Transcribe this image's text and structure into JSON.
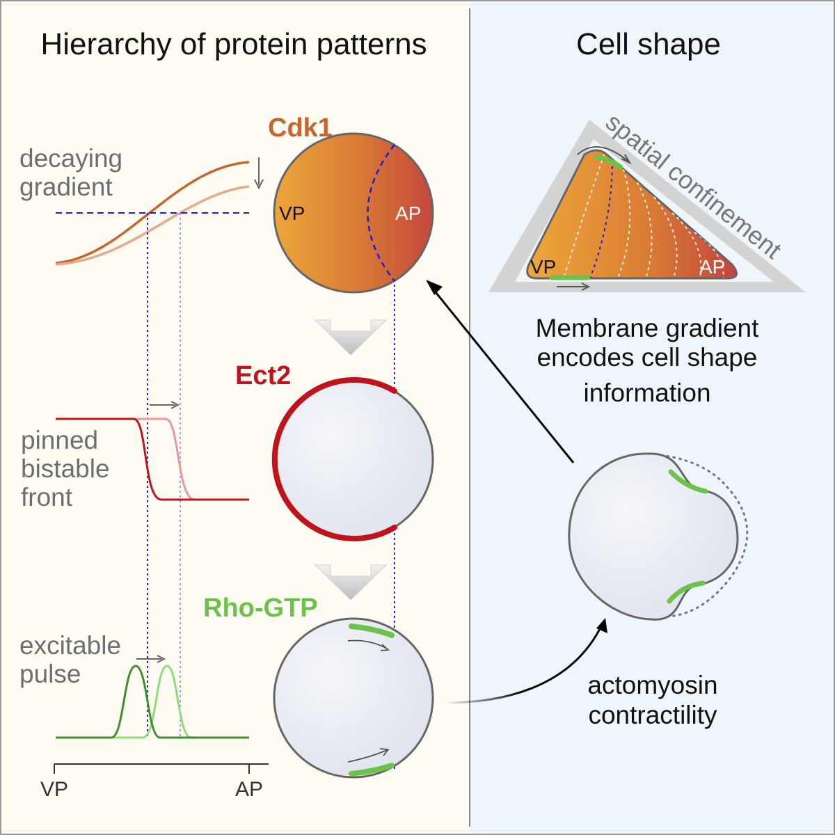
{
  "left_panel": {
    "title": "Hierarchy of protein patterns",
    "proteins": [
      {
        "name": "Cdk1",
        "color": "#c8642d"
      },
      {
        "name": "Ect2",
        "color": "#c0141c"
      },
      {
        "name": "Rho-GTP",
        "color": "#6cc24a"
      }
    ],
    "annotations": {
      "gradient": [
        "decaying",
        "gradient"
      ],
      "front": [
        "pinned",
        "bistable",
        "front"
      ],
      "pulse": [
        "excitable",
        "pulse"
      ]
    },
    "cell_labels": {
      "vp": "VP",
      "ap": "AP"
    },
    "axis": {
      "left": "VP",
      "right": "AP"
    }
  },
  "right_panel": {
    "title": "Cell shape",
    "confinement_label": "spatial confinement",
    "cell_labels": {
      "vp": "VP",
      "ap": "AP"
    },
    "caption": [
      "Membrane gradient",
      "encodes cell shape",
      "information"
    ],
    "contractility": [
      "actomyosin",
      "contractility"
    ]
  },
  "colors": {
    "left_bg": "#fdfbf2",
    "right_bg": "#eef6fb",
    "cdk1_dark": "#c8642d",
    "cdk1_light": "#e8a98a",
    "ect2_dark": "#c0141c",
    "ect2_light": "#e89a9a",
    "rho_dark": "#3f8f2a",
    "rho_light": "#8fdc78",
    "guide_blue": "#1a1ae0"
  }
}
